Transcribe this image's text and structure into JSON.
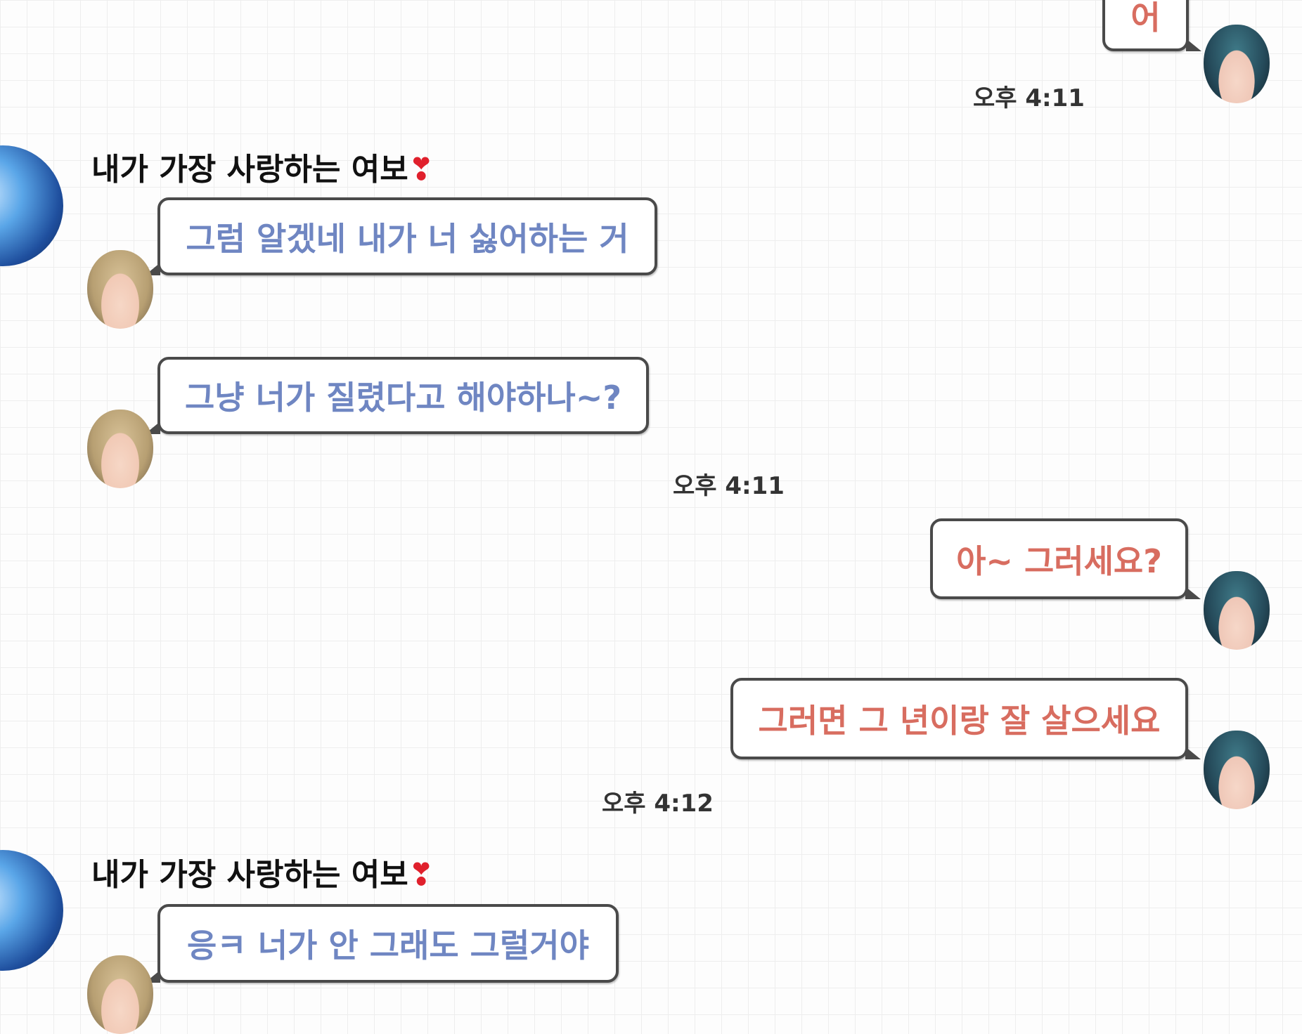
{
  "contact_name": "내가 가장 사랑하는 여보",
  "contact_name_emoji": "❣",
  "messages": [
    {
      "side": "out",
      "text": "어"
    },
    {
      "side": "out_time",
      "text": "오후 4:11"
    },
    {
      "side": "in",
      "text": "그럼 알겠네 내가 너 싫어하는 거"
    },
    {
      "side": "in",
      "text": "그냥 너가 질렸다고 해야하나~?"
    },
    {
      "side": "in_time",
      "text": "오후 4:11"
    },
    {
      "side": "out",
      "text": "아~ 그러세요?"
    },
    {
      "side": "out",
      "text": "그러면 그 년이랑 잘 살으세요"
    },
    {
      "side": "out_time",
      "text": "오후 4:12"
    },
    {
      "side": "in",
      "text": "응ㅋ 너가 안 그래도 그럴거야"
    }
  ],
  "colors": {
    "incoming_text": "#6f86c2",
    "outgoing_text": "#d86d60",
    "heart": "#e0202c"
  }
}
